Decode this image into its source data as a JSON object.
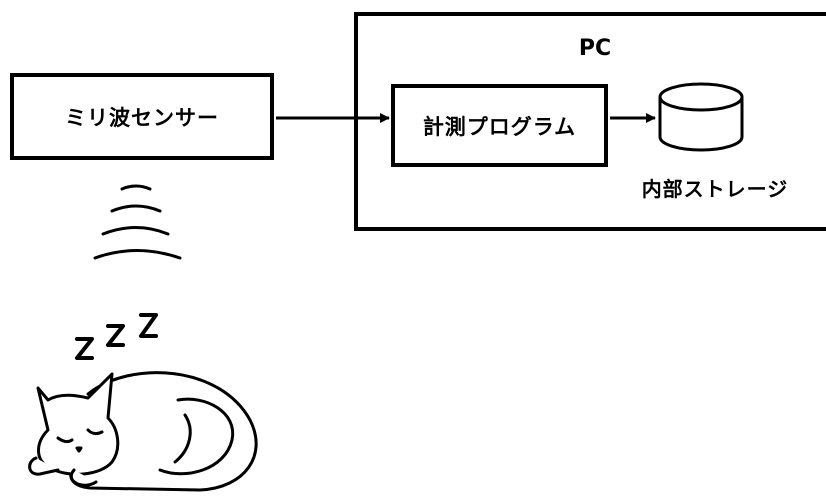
{
  "nodes": {
    "sensor": {
      "label": "ミリ波センサー"
    },
    "pc": {
      "label": "PC"
    },
    "program": {
      "label": "計測プログラム"
    },
    "storage": {
      "label": "内部ストレージ"
    }
  },
  "decorations": {
    "sleep_text": "Z Z Z",
    "icons": [
      "radio-waves-icon",
      "sleeping-cat-icon",
      "database-cylinder-icon"
    ]
  },
  "colors": {
    "stroke": "#000000",
    "background": "#ffffff"
  }
}
